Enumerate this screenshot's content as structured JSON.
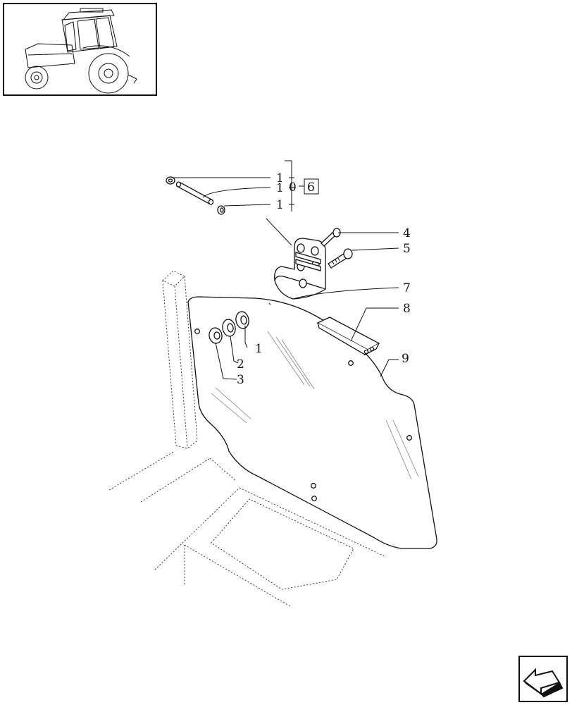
{
  "thumbnail": {
    "icon": "tractor-icon"
  },
  "navigation": {
    "icon": "next-page-arrow-icon"
  },
  "callouts": [
    {
      "label": "1",
      "part": "retaining-clip-top"
    },
    {
      "label": "1",
      "part": "hinge-pin"
    },
    {
      "label": "1",
      "part": "retaining-clip-bottom"
    },
    {
      "label": "4",
      "part": "bolt-upper"
    },
    {
      "label": "5",
      "part": "bolt-lower"
    },
    {
      "label": "7",
      "part": "hinge-plate"
    },
    {
      "label": "8",
      "part": "handle-bar"
    },
    {
      "label": "9",
      "part": "door-glass"
    },
    {
      "label": "1",
      "part": "washer-1"
    },
    {
      "label": "2",
      "part": "washer-2"
    },
    {
      "label": "3",
      "part": "washer-3"
    }
  ],
  "kit_reference": {
    "label": "6"
  },
  "kit_circle_symbol": "0"
}
